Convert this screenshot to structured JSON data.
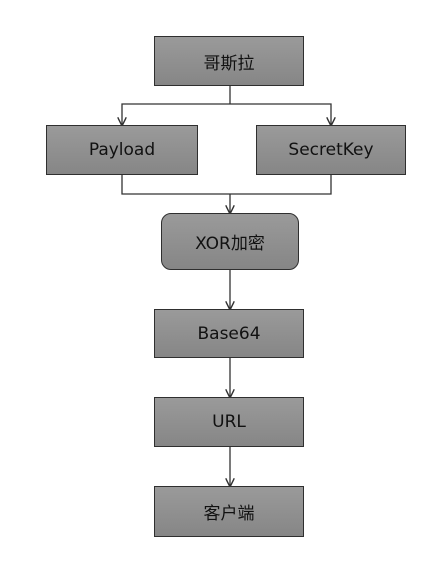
{
  "nodes": {
    "top": "哥斯拉",
    "payload": "Payload",
    "secret_key": "SecretKey",
    "xor": "XOR加密",
    "base64": "Base64",
    "url": "URL",
    "client": "客户端"
  },
  "colors": {
    "box_fill": "#8f8f8f",
    "box_border": "#2f2f2f",
    "connector": "#333333"
  }
}
